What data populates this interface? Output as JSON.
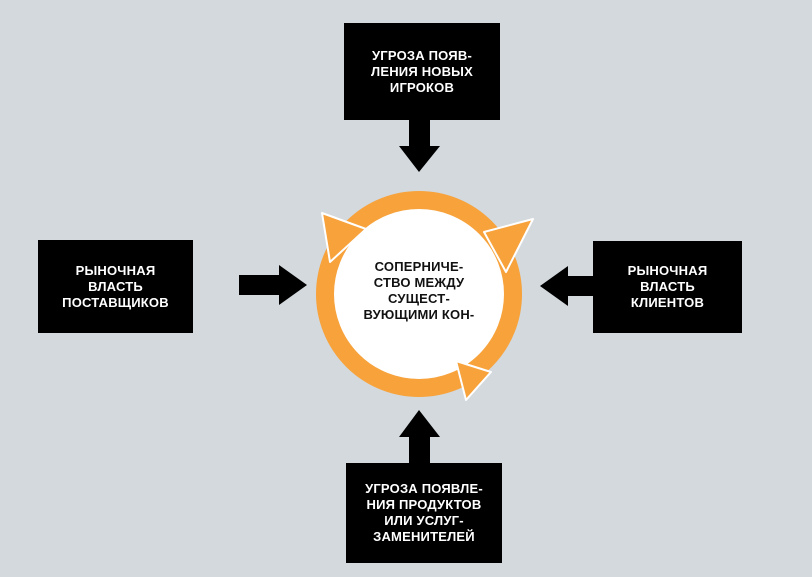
{
  "diagram": {
    "top_box": "УГРОЗА ПОЯВ-\nЛЕНИЯ НОВЫХ\nИГРОКОВ",
    "left_box": "РЫНОЧНАЯ\nВЛАСТЬ\nПОСТАВЩИКОВ",
    "right_box": "РЫНОЧНАЯ\nВЛАСТЬ\nКЛИЕНТОВ",
    "bottom_box": "УГРОЗА ПОЯВЛЕ-\nНИЯ ПРОДУКТОВ\nИЛИ УСЛУГ-\nЗАМЕНИТЕЛЕЙ",
    "center": "СОПЕРНИЧЕ-\nСТВО МЕЖДУ\nСУЩЕСТ-\nВУЮЩИМИ КОН-"
  },
  "colors": {
    "background": "#d3d9dd",
    "box": "#000000",
    "box_text": "#ffffff",
    "ring": "#f7a23b",
    "center_fill": "#ffffff"
  }
}
